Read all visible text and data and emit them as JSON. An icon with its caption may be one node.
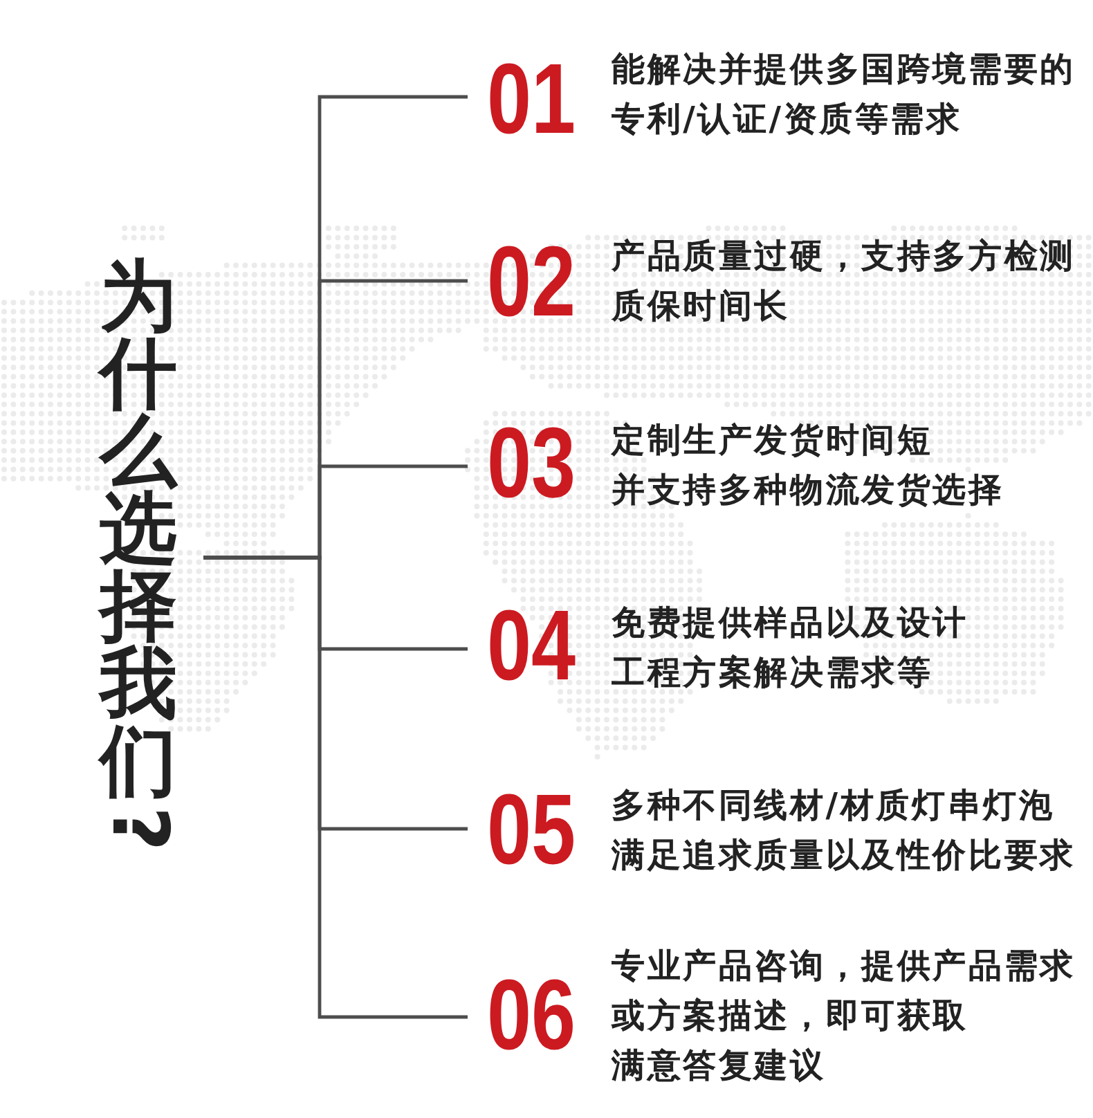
{
  "diagram": {
    "nodes": [
      {
        "text": [
          "为什么选择我们?"
        ]
      },
      {
        "text": [
          "01",
          "能解决并提供多国跨境需要的专利/认证/资质等需求"
        ]
      },
      {
        "text": [
          "02",
          "产品质量过硬，支持多方检测质保时间长"
        ]
      },
      {
        "text": [
          "03",
          "定制生产发货时间短并支持多种物流发货选择"
        ]
      },
      {
        "text": [
          "04",
          "免费提供样品以及设计工程方案解决需求等"
        ]
      },
      {
        "text": [
          "05",
          "多种不同线材/材质灯串灯泡满足追求质量以及性价比要求"
        ]
      },
      {
        "text": [
          "06",
          "专业产品咨询，提供产品需求或方案描述，即可获取满意答复建议"
        ]
      }
    ],
    "edges": [
      {
        "from": 0,
        "to": 1,
        "arrow": "none"
      },
      {
        "from": 0,
        "to": 2,
        "arrow": "none"
      },
      {
        "from": 0,
        "to": 3,
        "arrow": "none"
      },
      {
        "from": 0,
        "to": 4,
        "arrow": "none"
      },
      {
        "from": 0,
        "to": 5,
        "arrow": "none"
      },
      {
        "from": 0,
        "to": 6,
        "arrow": "none"
      }
    ]
  }
}
